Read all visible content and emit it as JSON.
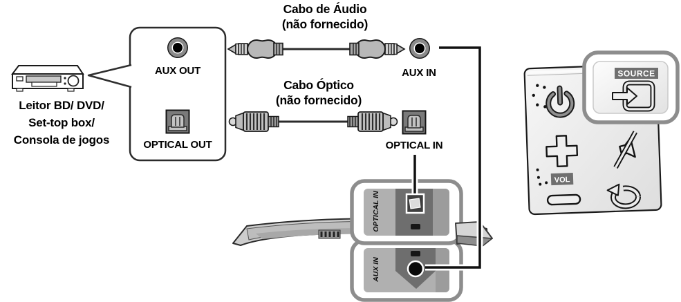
{
  "device": {
    "line1": "Leitor BD/ DVD/",
    "line2": "Set-top box/",
    "line3": "Consola de jogos"
  },
  "source_box": {
    "aux_out": "AUX OUT",
    "optical_out": "OPTICAL OUT"
  },
  "cables": {
    "audio_title": "Cabo de Áudio",
    "audio_note": "(não fornecido)",
    "optical_title": "Cabo Óptico",
    "optical_note": "(não fornecido)"
  },
  "inputs": {
    "aux_in": "AUX IN",
    "optical_in": "OPTICAL IN"
  },
  "soundbar": {
    "optical_in_label": "OPTICAL IN",
    "aux_in_label": "AUX IN"
  },
  "remote": {
    "source_label": "SOURCE",
    "vol_label": "VOL"
  },
  "icons": {
    "power": "power-icon",
    "source": "source-enter-icon",
    "mute": "mute-icon",
    "repeat": "repeat-icon",
    "volume_up": "plus-icon",
    "volume_down": "minus-icon",
    "aux_jack": "aux-jack-icon",
    "optical_port": "optical-port-icon"
  },
  "colors": {
    "line": "#111111",
    "callout_border": "#8d8d8d",
    "badge": "#6f6f6f",
    "panel_light": "#b0b0b0",
    "panel_dark": "#6e6e6e",
    "remote_body": "#ededed"
  }
}
